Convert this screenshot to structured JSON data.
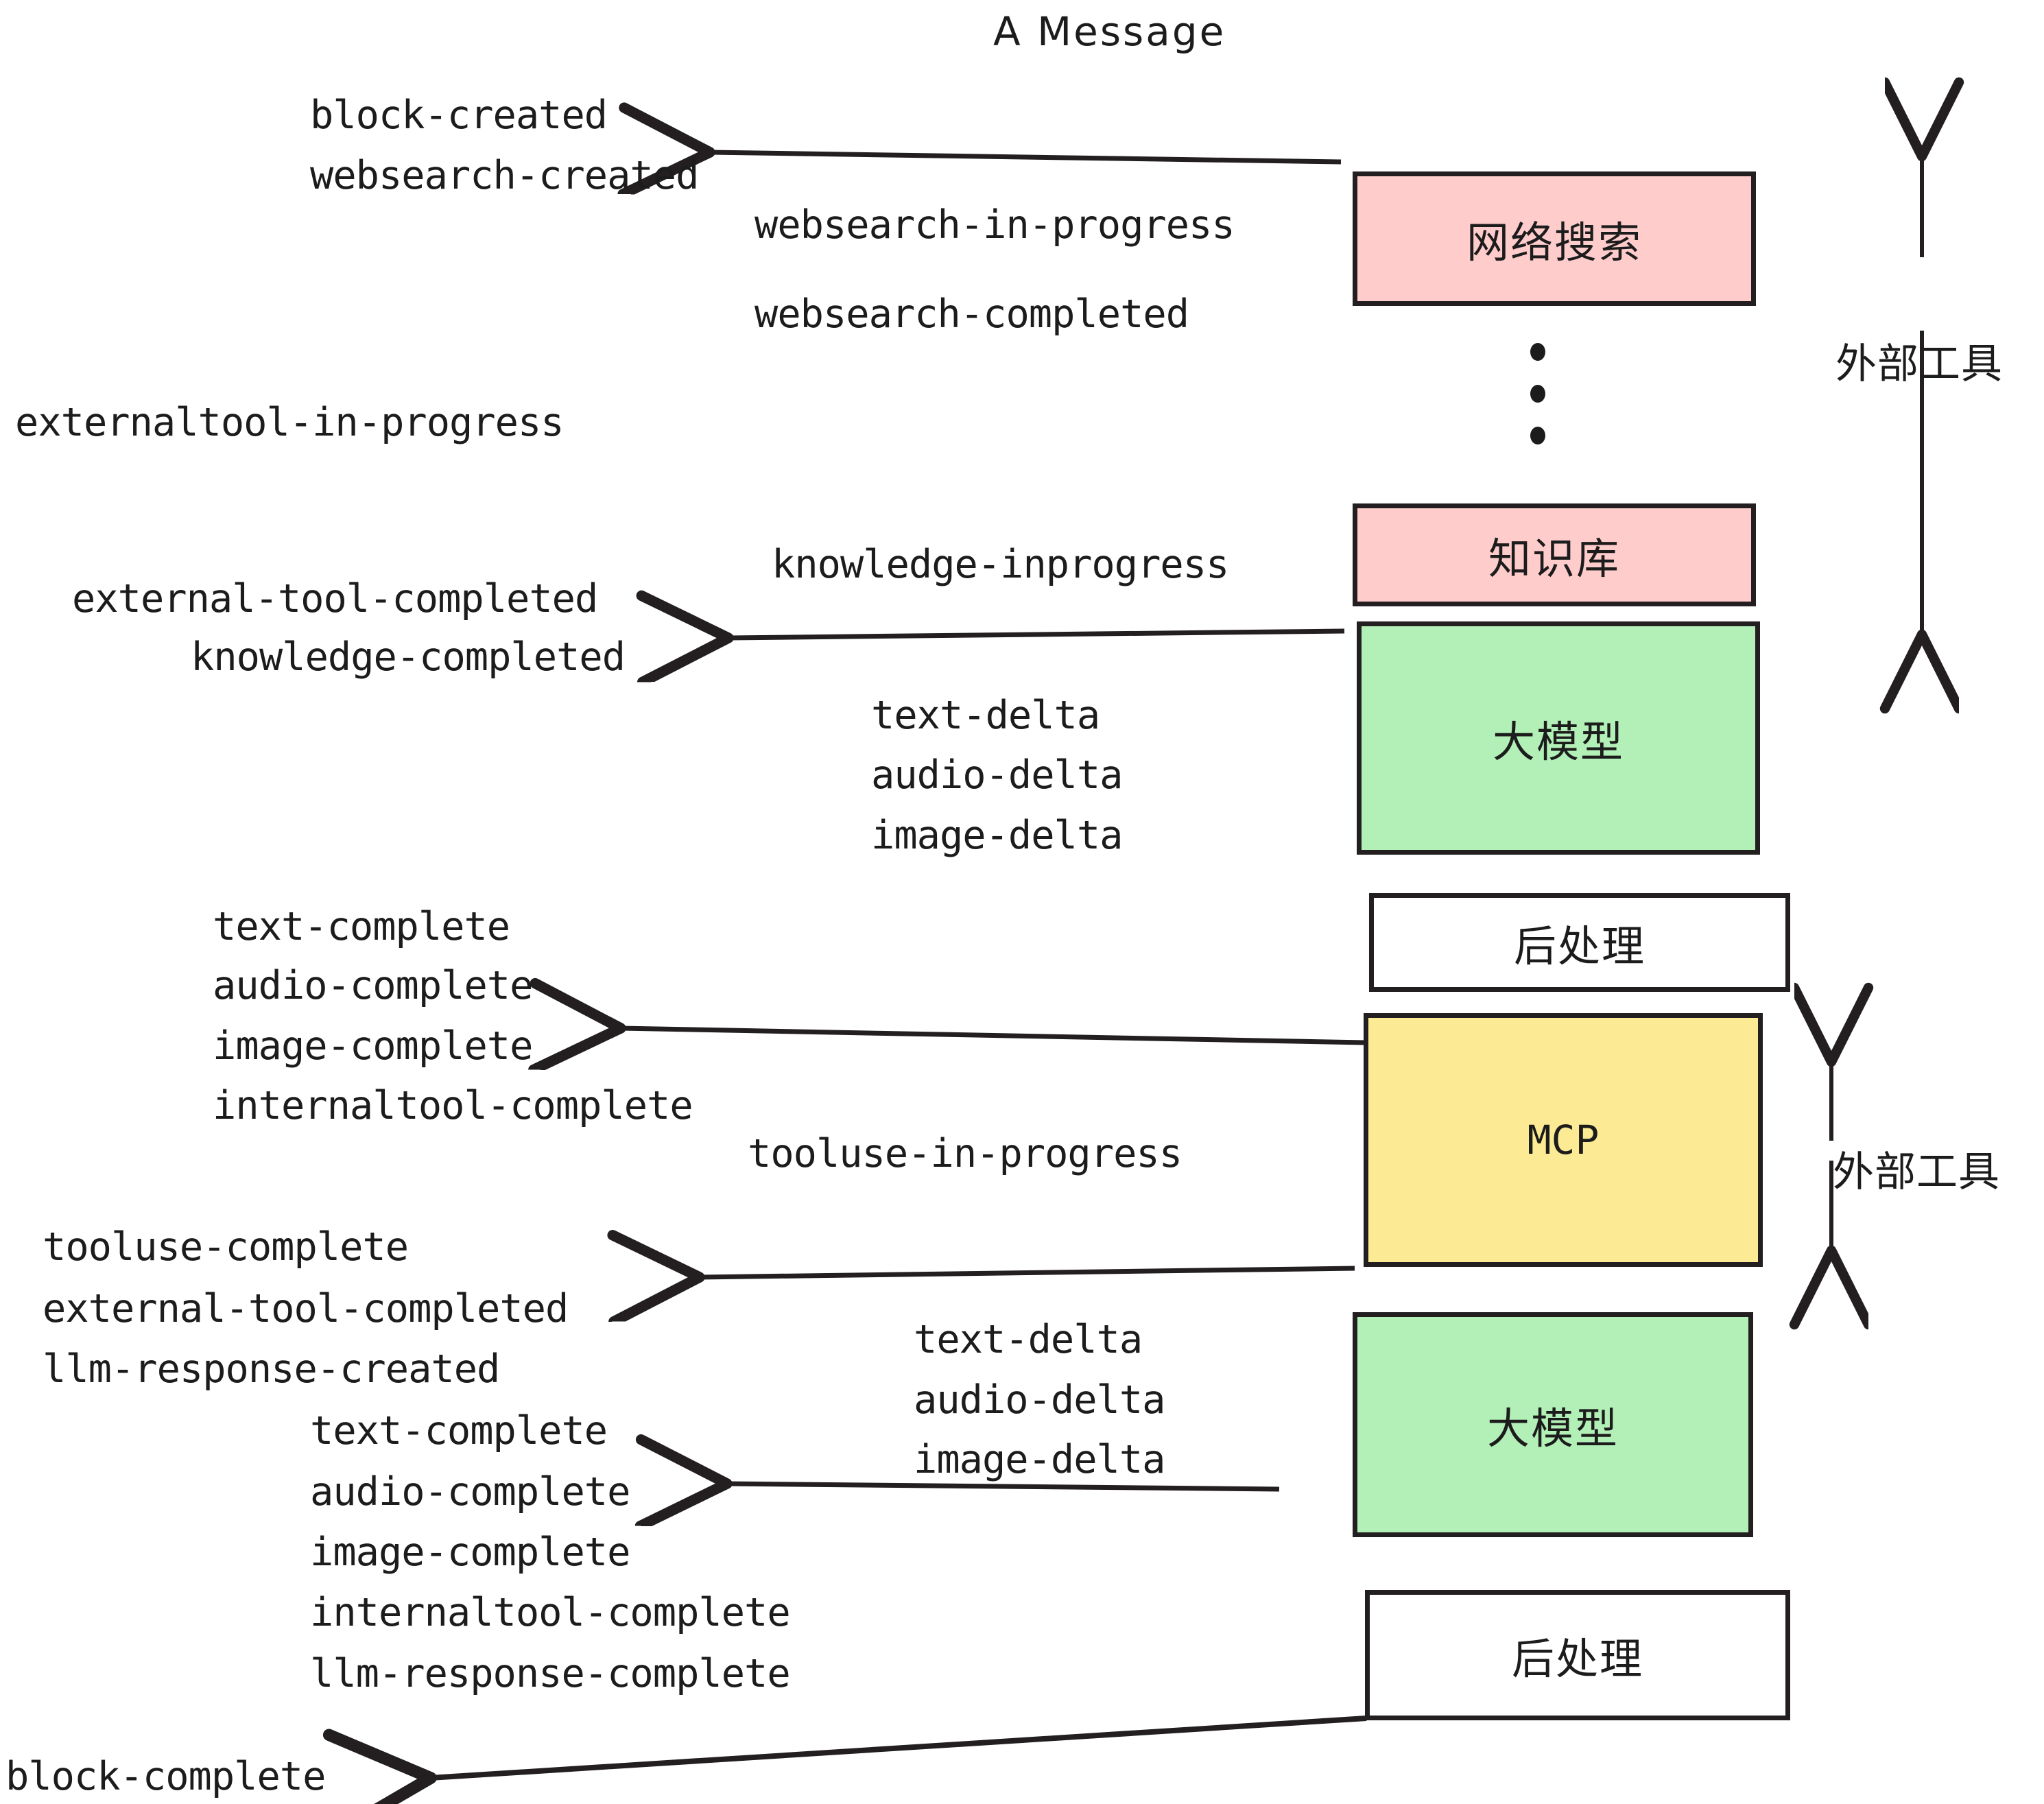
{
  "diagram": {
    "title": "A Message",
    "colors": {
      "pink": "#FFCCCC",
      "green": "#B3F0B8",
      "yellow": "#FCEB94",
      "white": "#FFFFFF",
      "stroke": "#231f20",
      "text": "#1c1c1c"
    },
    "boxes": [
      {
        "id": "websearch",
        "label": "网络搜索",
        "fill": "#FFCCCC"
      },
      {
        "id": "knowledge",
        "label": "知识库",
        "fill": "#FFCCCC"
      },
      {
        "id": "llm-1",
        "label": "大模型",
        "fill": "#B3F0B8"
      },
      {
        "id": "postprocess-1",
        "label": "后处理",
        "fill": "#FFFFFF"
      },
      {
        "id": "mcp",
        "label": "MCP",
        "fill": "#FCEB94"
      },
      {
        "id": "llm-2",
        "label": "大模型",
        "fill": "#B3F0B8"
      },
      {
        "id": "postprocess-2",
        "label": "后处理",
        "fill": "#FFFFFF"
      }
    ],
    "side_labels": [
      {
        "id": "external-tools-top",
        "label": "外部工具"
      },
      {
        "id": "external-tools-bottom",
        "label": "外部工具"
      }
    ],
    "events": [
      {
        "id": "block-created",
        "text": "block-created"
      },
      {
        "id": "websearch-created",
        "text": "websearch-created"
      },
      {
        "id": "websearch-in-progress",
        "text": "websearch-in-progress"
      },
      {
        "id": "websearch-completed",
        "text": "websearch-completed"
      },
      {
        "id": "externaltool-in-progress",
        "text": "externaltool-in-progress"
      },
      {
        "id": "knowledge-inprogress",
        "text": "knowledge-inprogress"
      },
      {
        "id": "external-tool-completed-1",
        "text": "external-tool-completed"
      },
      {
        "id": "knowledge-completed",
        "text": "knowledge-completed"
      },
      {
        "id": "text-delta-1",
        "text": "text-delta"
      },
      {
        "id": "audio-delta-1",
        "text": "audio-delta"
      },
      {
        "id": "image-delta-1",
        "text": "image-delta"
      },
      {
        "id": "text-complete-1",
        "text": "text-complete"
      },
      {
        "id": "audio-complete-1",
        "text": "audio-complete"
      },
      {
        "id": "image-complete-1",
        "text": "image-complete"
      },
      {
        "id": "internaltool-complete-1",
        "text": "internaltool-complete"
      },
      {
        "id": "tooluse-in-progress",
        "text": "tooluse-in-progress"
      },
      {
        "id": "tooluse-complete",
        "text": "tooluse-complete"
      },
      {
        "id": "external-tool-completed-2",
        "text": "external-tool-completed"
      },
      {
        "id": "llm-response-created",
        "text": "llm-response-created"
      },
      {
        "id": "text-delta-2",
        "text": "text-delta"
      },
      {
        "id": "audio-delta-2",
        "text": "audio-delta"
      },
      {
        "id": "image-delta-2",
        "text": "image-delta"
      },
      {
        "id": "text-complete-2",
        "text": "text-complete"
      },
      {
        "id": "audio-complete-2",
        "text": "audio-complete"
      },
      {
        "id": "image-complete-2",
        "text": "image-complete"
      },
      {
        "id": "internaltool-complete-2",
        "text": "internaltool-complete"
      },
      {
        "id": "llm-response-complete",
        "text": "llm-response-complete"
      },
      {
        "id": "block-complete",
        "text": "block-complete"
      }
    ]
  }
}
